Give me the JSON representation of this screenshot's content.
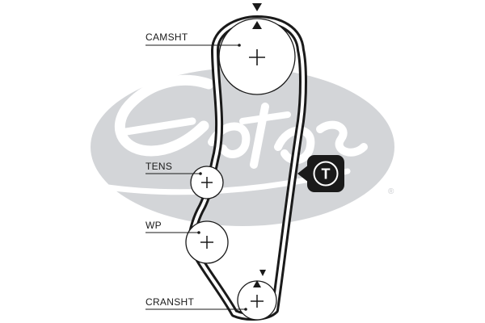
{
  "labels": {
    "camshaft": "CAMSHT",
    "tensioner": "TENS",
    "water_pump": "WP",
    "crankshaft": "CRANSHT"
  },
  "tensioner_badge": "T",
  "logo": {
    "brand_text": "Gates",
    "registered_mark": "®"
  },
  "icons": {
    "badge": "tensioner-arrow-badge-icon",
    "timing_mark": "triangle-timing-mark-icon",
    "center": "crosshair-icon"
  },
  "colors": {
    "ink": "#1a1a1a",
    "logo_grey": "#d3d5d8",
    "background": "#ffffff"
  }
}
